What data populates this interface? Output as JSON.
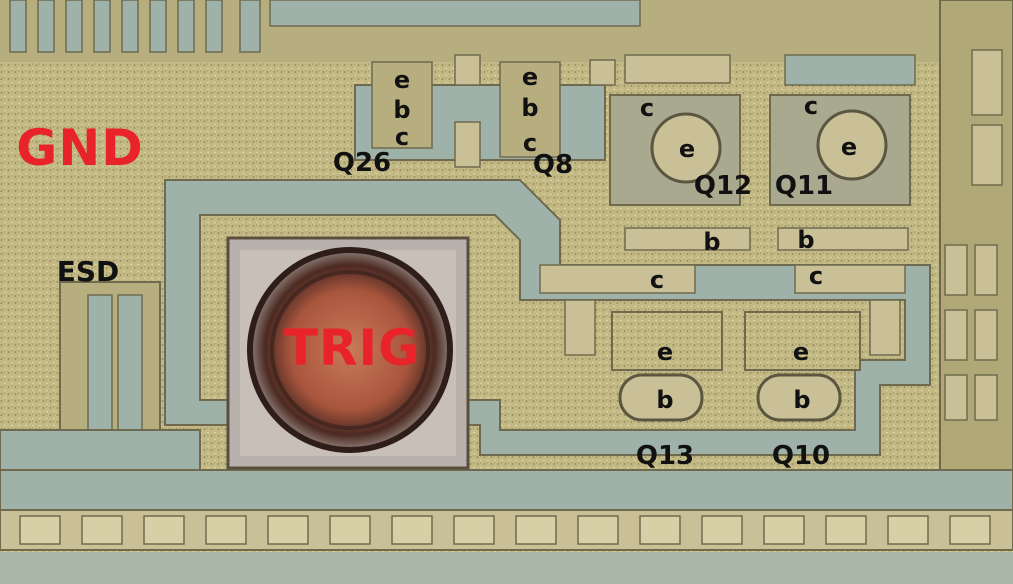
{
  "pads": {
    "gnd": "GND",
    "trig": "TRIG"
  },
  "structures": {
    "esd": "ESD"
  },
  "transistors": {
    "q26": {
      "name": "Q26",
      "e": "e",
      "b": "b",
      "c": "c"
    },
    "q8": {
      "name": "Q8",
      "e": "e",
      "b": "b",
      "c": "c"
    },
    "q12": {
      "name": "Q12",
      "e": "e",
      "b": "b",
      "c": "c"
    },
    "q11": {
      "name": "Q11",
      "e": "e",
      "b": "b",
      "c": "c"
    },
    "q13": {
      "name": "Q13",
      "e": "e",
      "b": "b",
      "c": "c"
    },
    "q10": {
      "name": "Q10",
      "e": "e",
      "b": "b",
      "c": "c"
    }
  },
  "colors": {
    "metal": "#c2b884",
    "oxide": "#9fb2a9",
    "trace_edge": "#6f6a4e",
    "label_red": "#e8232a",
    "label_black": "#111111"
  }
}
